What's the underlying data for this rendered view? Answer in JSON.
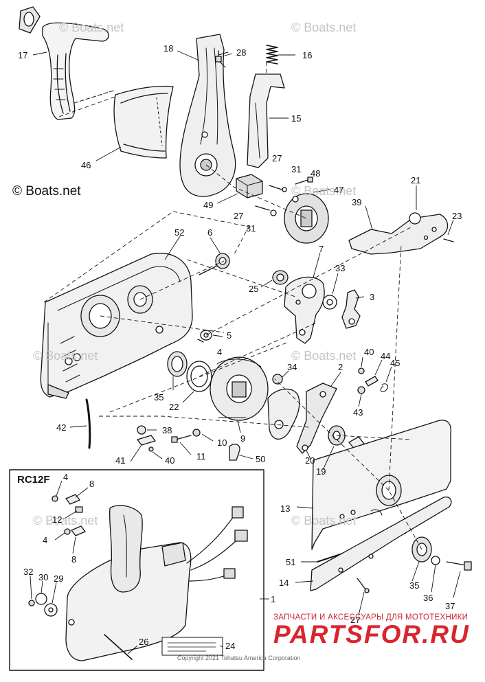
{
  "watermarks": [
    "© Boats.net",
    "© Boats.net",
    "© Boats.net",
    "© Boats.net",
    "© Boats.net",
    "© Boats.net",
    "© Boats.net"
  ],
  "copyright_label": "© Boats.net",
  "inset_title": "RC12F",
  "footer": "Copyright 2021 Tohatsu America Corporation",
  "brand_top": "ЗАПЧАСТИ И АКСЕССУАРЫ ДЛЯ МОТОТЕХНИКИ",
  "brand_name": "PARTSFOR.RU",
  "brand_color": "#d9252d",
  "callouts": [
    "17",
    "18",
    "28",
    "16",
    "15",
    "46",
    "27",
    "31",
    "48",
    "47",
    "49",
    "27",
    "31",
    "21",
    "39",
    "23",
    "52",
    "6",
    "7",
    "33",
    "25",
    "3",
    "5",
    "4",
    "34",
    "2",
    "40",
    "44",
    "45",
    "43",
    "35",
    "22",
    "38",
    "9",
    "42",
    "10",
    "11",
    "41",
    "40",
    "20",
    "50",
    "19",
    "13",
    "4",
    "8",
    "12",
    "4",
    "8",
    "1",
    "32",
    "30",
    "29",
    "51",
    "14",
    "35",
    "36",
    "37",
    "27",
    "26",
    "24"
  ]
}
